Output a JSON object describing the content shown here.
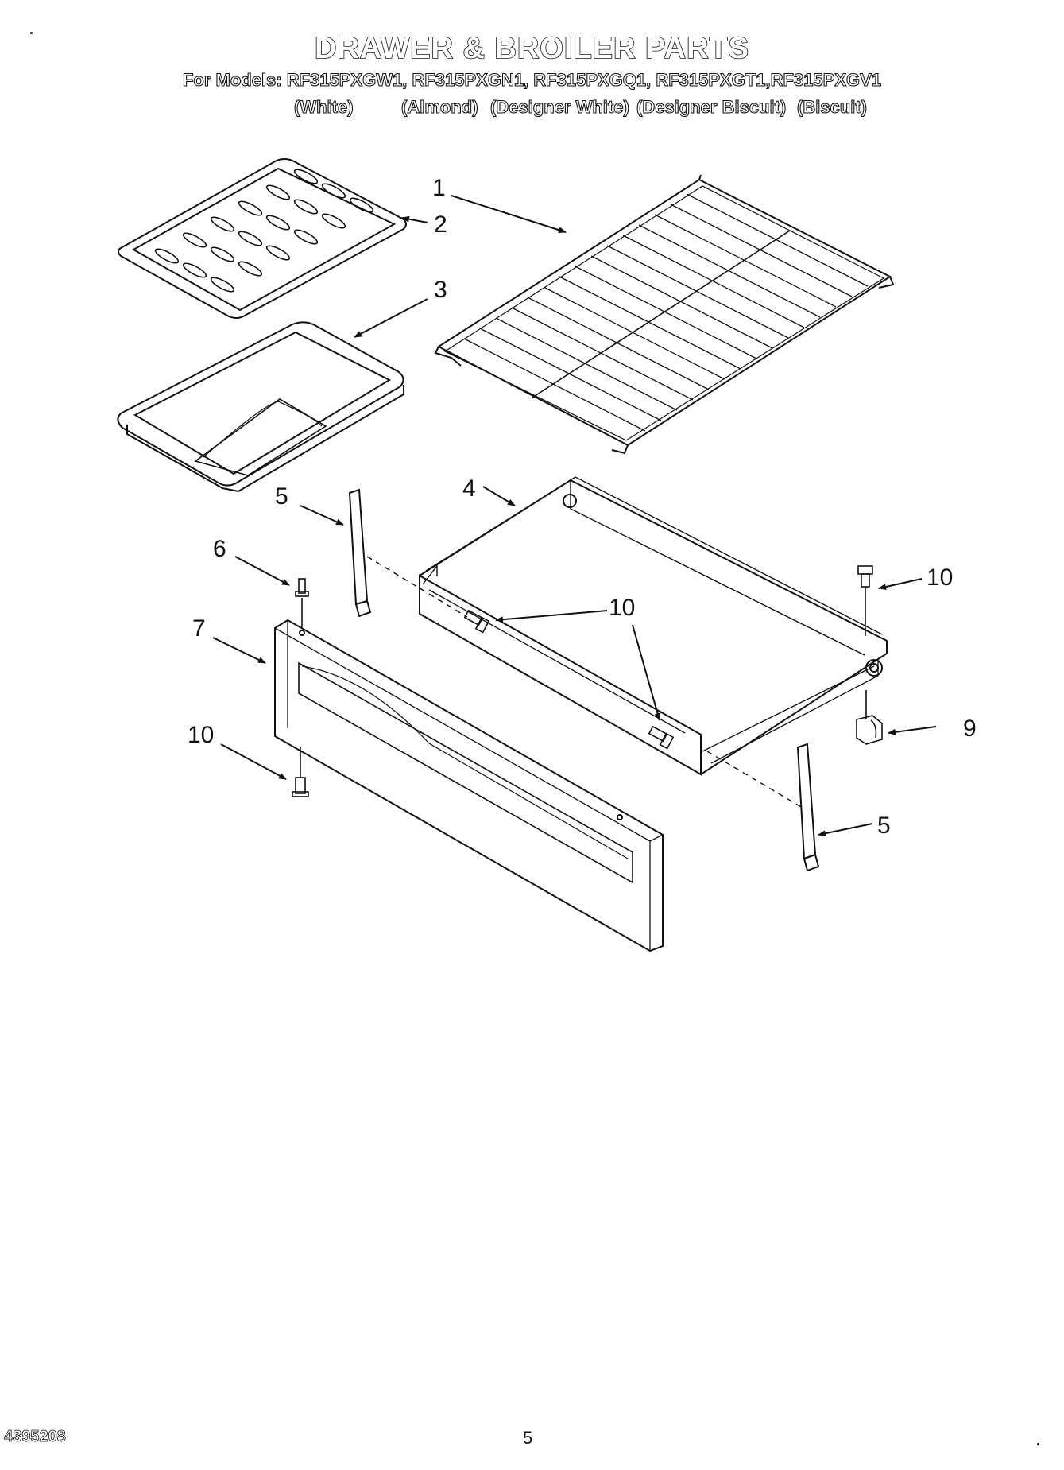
{
  "header": {
    "title": "DRAWER & BROILER PARTS",
    "models_line": "For Models: RF315PXGW1, RF315PXGN1, RF315PXGQ1, RF315PXGT1,RF315PXGV1",
    "colors": [
      "(White)",
      "(Almond)",
      "(Designer White)",
      "(Designer Biscuit)",
      "(Biscuit)"
    ]
  },
  "callouts": {
    "c1": "1",
    "c2": "2",
    "c3": "3",
    "c4": "4",
    "c5a": "5",
    "c5b": "5",
    "c6": "6",
    "c7": "7",
    "c9": "9",
    "c10a": "10",
    "c10b": "10",
    "c10c": "10"
  },
  "footer": {
    "doc_number": "4395208",
    "page_number": "5"
  }
}
